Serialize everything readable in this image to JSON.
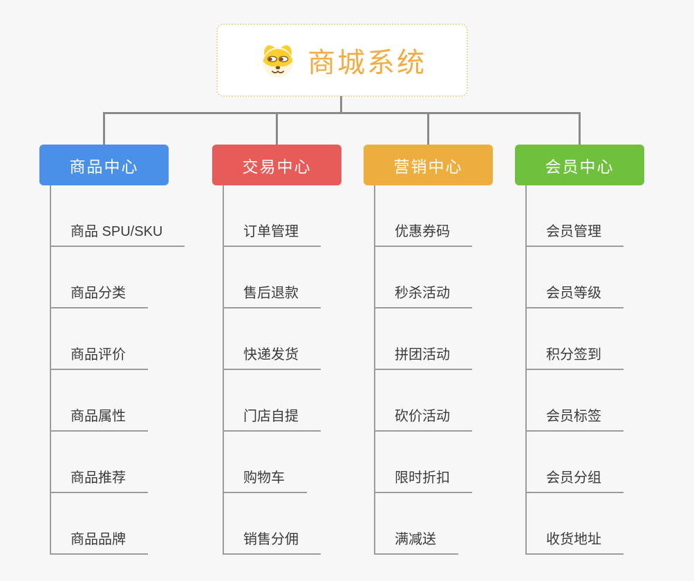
{
  "root": {
    "title": "商城系统",
    "icon": "dog-face-icon"
  },
  "branches": [
    {
      "label": "商品中心",
      "color": "#4B90E8",
      "children": [
        "商品 SPU/SKU",
        "商品分类",
        "商品评价",
        "商品属性",
        "商品推荐",
        "商品品牌"
      ]
    },
    {
      "label": "交易中心",
      "color": "#E75B58",
      "children": [
        "订单管理",
        "售后退款",
        "快递发货",
        "门店自提",
        "购物车",
        "销售分佣"
      ]
    },
    {
      "label": "营销中心",
      "color": "#EDAE3F",
      "children": [
        "优惠券码",
        "秒杀活动",
        "拼团活动",
        "砍价活动",
        "限时折扣",
        "满减送"
      ]
    },
    {
      "label": "会员中心",
      "color": "#6FC03C",
      "children": [
        "会员管理",
        "会员等级",
        "积分签到",
        "会员标签",
        "会员分组",
        "收货地址"
      ]
    }
  ],
  "colors": {
    "background": "#F7F7F7",
    "root_accent": "#F2AC42",
    "root_border": "#F3D49B",
    "connector": "#8A8A8A",
    "child_line": "#9B9B9B",
    "child_text": "#3A3A3A",
    "header_text": "#FFFFFF"
  }
}
